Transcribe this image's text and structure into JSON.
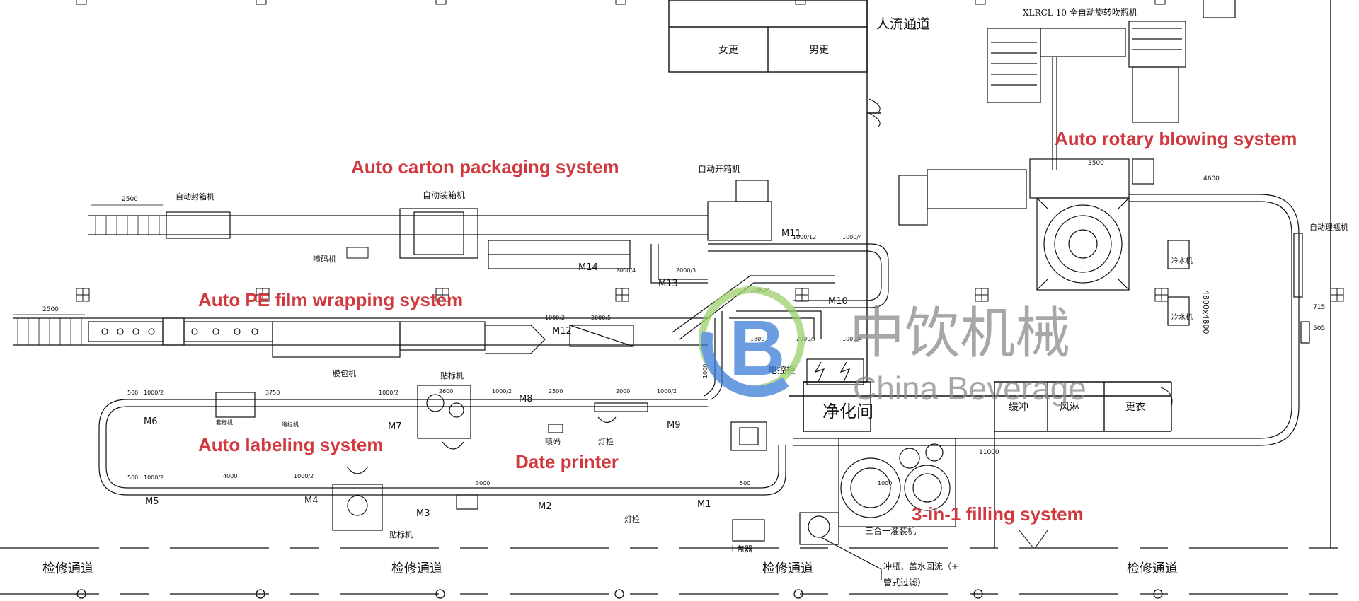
{
  "system_labels": {
    "carton": "Auto carton packaging system",
    "pe_film": "Auto PE film wrapping system",
    "labeling": "Auto labeling system",
    "date_printer": "Date printer",
    "blowing": "Auto rotary blowing system",
    "filling": "3-in-1 filling system"
  },
  "rooms": {
    "female_locker": "女更",
    "male_locker": "男更",
    "people_passage": "人流通道",
    "clean_room": "净化间",
    "buffer": "缓冲",
    "air_shower": "风淋",
    "changing": "更衣",
    "electrical_cabinet": "电控柜",
    "air_cooler_1": "冷水机",
    "air_cooler_2": "冷水机"
  },
  "maintenance_passages": [
    "检修通道",
    "检修通道",
    "检修通道",
    "检修通道"
  ],
  "machines": {
    "blowing_machine": "XLRCL-10 全自动旋转吹瓶机",
    "auto_sealing": "自动封箱机",
    "auto_packing": "自动装箱机",
    "auto_unpacking": "自动开箱机",
    "inkjet_1": "喷码机",
    "film_wrap": "膜包机",
    "labeler_top": "贴标机",
    "labeler_bottom": "贴标机",
    "inkjet_2": "喷码",
    "light_inspect_1": "灯检",
    "light_inspect_2": "灯检",
    "cap_loader": "上盖器",
    "filler_3in1": "三合一灌装机",
    "bottle_unscrambler": "自动理瓶机",
    "rinse_note": "冲瓶、盖水回流（+",
    "rinse_note_2": "管式过滤）",
    "labeler_small": "套标机",
    "sleeve_shrink": "缩标机"
  },
  "motors": [
    "M1",
    "M2",
    "M3",
    "M4",
    "M5",
    "M6",
    "M7",
    "M8",
    "M9",
    "M10",
    "M11",
    "M12",
    "M13",
    "M14"
  ],
  "dimensions": {
    "d2500a": "2500",
    "d2500b": "2500",
    "d1000_2a": "1000/2",
    "d1000_2b": "1000/2",
    "d1000_2c": "1000/2",
    "d1000_2d": "1000/2",
    "d1000_2e": "1000/2",
    "d1000_2f": "1000/2",
    "d1000_2g": "1000/2",
    "d3750": "3750",
    "d2600": "2600",
    "d2500c": "2500",
    "d2000": "2000",
    "d4000": "4000",
    "d3000": "3000",
    "d1000_4a": "1000/4",
    "d1000_4b": "1000/4",
    "d1000_4c": "1000/4",
    "d2000_4": "2000/4",
    "d2000_3": "2000/3",
    "d2000_5": "2000/5",
    "d1000_12": "1000/12",
    "d4800": "4800x4800",
    "d11000": "11000",
    "d4600": "4600",
    "d500a": "500",
    "d500b": "500",
    "d500c": "500",
    "d1000a": "1000",
    "d1000b": "1000",
    "d1800": "1800",
    "d2000b": "2000/7",
    "d715": "715",
    "d505": "505",
    "d3500": "3500"
  },
  "watermark": {
    "cn": "中饮机械",
    "en": "China Beverage",
    "logo_letter": "B"
  },
  "colors": {
    "label_red": "#d0393e",
    "line": "#111111",
    "watermark_grey": "#8a8a8a",
    "logo_blue": "#3b7dd8",
    "logo_green": "#9bd06a"
  }
}
